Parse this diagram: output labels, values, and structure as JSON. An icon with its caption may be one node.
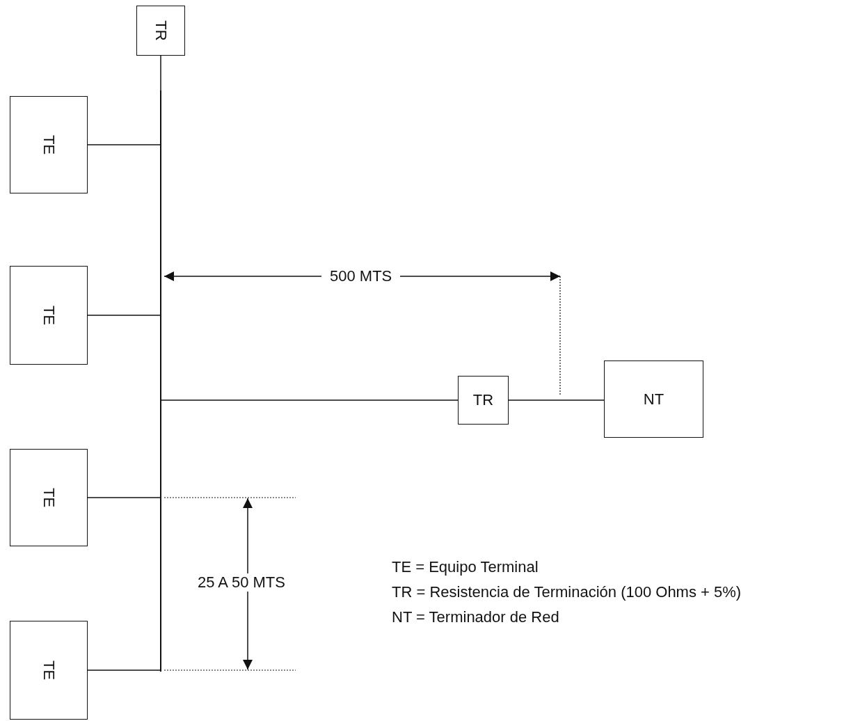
{
  "diagram": {
    "nodes": [
      {
        "text": [
          "TR"
        ]
      },
      {
        "text": [
          "TE"
        ]
      },
      {
        "text": [
          "TE"
        ]
      },
      {
        "text": [
          "TE"
        ]
      },
      {
        "text": [
          "TE"
        ]
      },
      {
        "text": [],
        "shape": "bar"
      },
      {
        "text": [
          "TR"
        ]
      },
      {
        "text": [
          "NT"
        ]
      }
    ],
    "edges": [
      {
        "from": 0,
        "to": 5,
        "arrow": "none"
      },
      {
        "from": 1,
        "to": 5,
        "arrow": "none"
      },
      {
        "from": 2,
        "to": 5,
        "arrow": "none"
      },
      {
        "from": 3,
        "to": 5,
        "arrow": "none"
      },
      {
        "from": 4,
        "to": 5,
        "arrow": "none"
      },
      {
        "from": 5,
        "to": 6,
        "arrow": "none"
      },
      {
        "from": 6,
        "to": 7,
        "arrow": "none"
      }
    ],
    "labels": [
      "500 MTS",
      "25 A 50 MTS",
      "TE = Equipo Terminal",
      "TR = Resistencia de Terminación (100 Ohms + 5%)",
      "NT = Terminador de Red"
    ]
  }
}
